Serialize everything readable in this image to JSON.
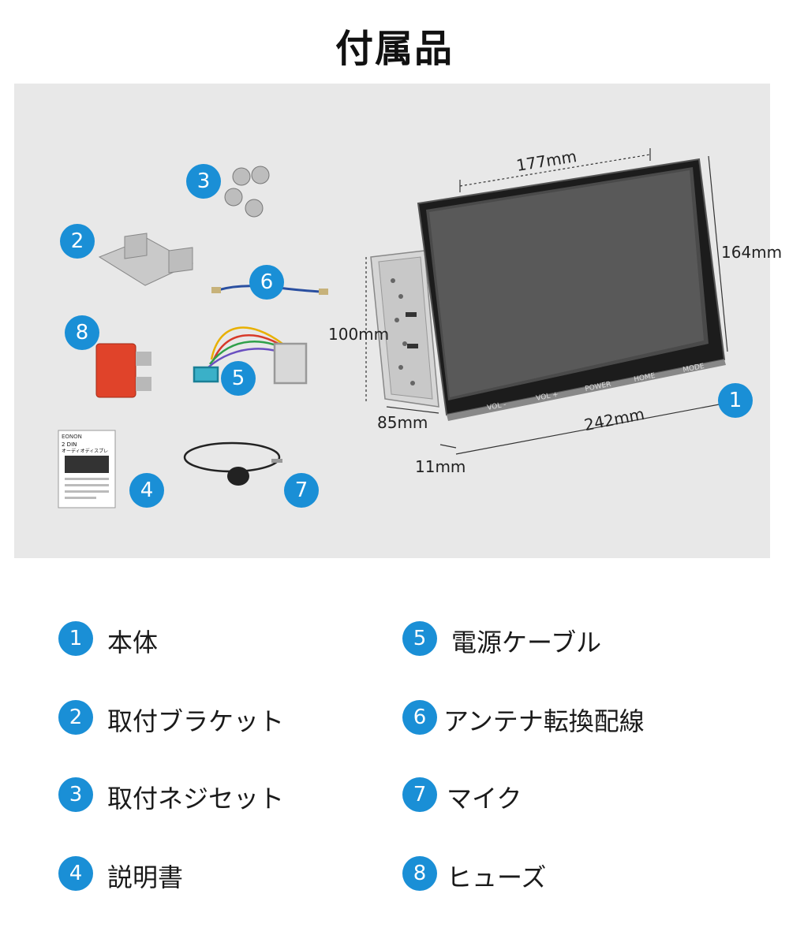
{
  "title": "付属品",
  "dimensions": {
    "screen_width": "177mm",
    "height": "164mm",
    "chassis_height": "100mm",
    "chassis_depth": "85mm",
    "overall_width": "242mm",
    "thickness": "11mm"
  },
  "device_buttons": [
    "VOL -",
    "VOL +",
    "POWER",
    "HOME",
    "MODE"
  ],
  "manual": {
    "brand": "EONON",
    "line1": "2 DIN",
    "line2": "オーディオディスプレ"
  },
  "badges": [
    "1",
    "2",
    "3",
    "4",
    "5",
    "6",
    "7",
    "8"
  ],
  "legend": [
    {
      "num": "1",
      "label": "本体"
    },
    {
      "num": "2",
      "label": "取付ブラケット"
    },
    {
      "num": "3",
      "label": "取付ネジセット"
    },
    {
      "num": "4",
      "label": "説明書"
    },
    {
      "num": "5",
      "label": "電源ケーブル"
    },
    {
      "num": "6",
      "label": "アンテナ転換配線"
    },
    {
      "num": "7",
      "label": "マイク"
    },
    {
      "num": "8",
      "label": "ヒューズ"
    }
  ],
  "colors": {
    "accent": "#1a8fd6",
    "panel_bg": "#e8e8e8"
  }
}
